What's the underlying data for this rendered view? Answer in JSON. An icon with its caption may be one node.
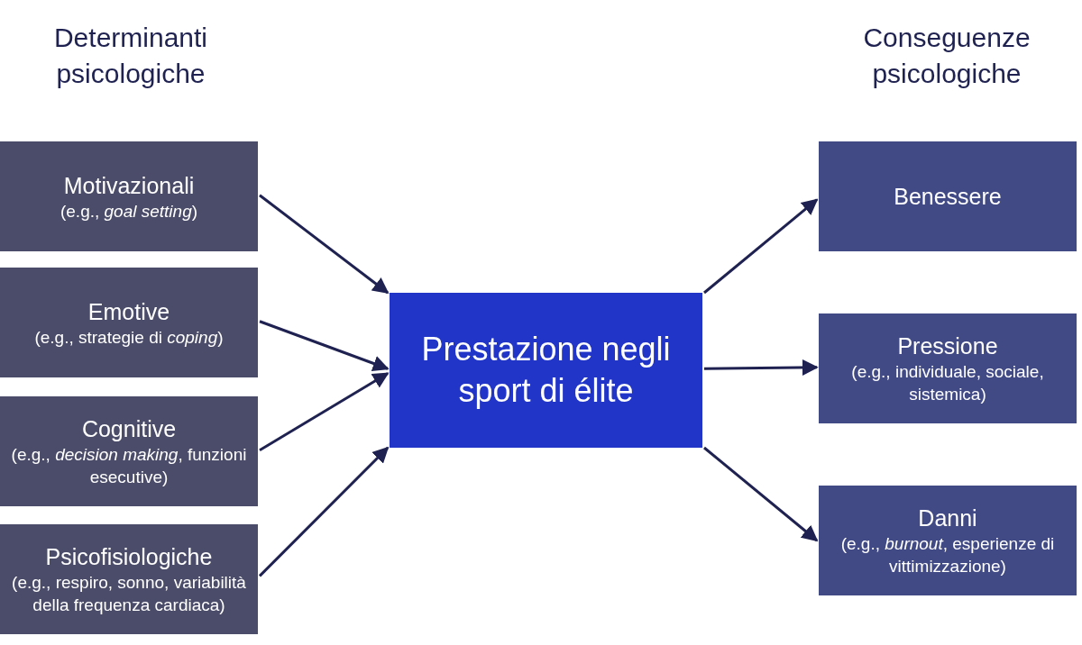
{
  "diagram": {
    "nodes": [
      {
        "text": [
          "Motivazionali",
          "(e.g., *goal setting*)"
        ]
      },
      {
        "text": [
          "Emotive",
          "(e.g., strategie di *coping*)"
        ]
      },
      {
        "text": [
          "Cognitive",
          "(e.g., *decision making*, funzioni esecutive)"
        ]
      },
      {
        "text": [
          "Psicofisiologiche",
          "(e.g., respiro, sonno, variabilità della frequenza cardiaca)"
        ]
      },
      {
        "text": [
          "Prestazione negli sport di élite"
        ]
      },
      {
        "text": [
          "Benessere"
        ]
      },
      {
        "text": [
          "Pressione",
          "(e.g., individuale, sociale, sistemica)"
        ]
      },
      {
        "text": [
          "Danni",
          "(e.g., *burnout*, esperienze di vittimizzazione)"
        ]
      }
    ],
    "edges": [
      {
        "from": 0,
        "to": 4,
        "arrow": "to"
      },
      {
        "from": 1,
        "to": 4,
        "arrow": "to"
      },
      {
        "from": 2,
        "to": 4,
        "arrow": "to"
      },
      {
        "from": 3,
        "to": 4,
        "arrow": "to"
      },
      {
        "from": 4,
        "to": 5,
        "arrow": "to"
      },
      {
        "from": 4,
        "to": 6,
        "arrow": "to"
      },
      {
        "from": 4,
        "to": 7,
        "arrow": "to"
      }
    ],
    "labels": [
      "Determinanti psicologiche",
      "Conseguenze psicologiche"
    ]
  }
}
